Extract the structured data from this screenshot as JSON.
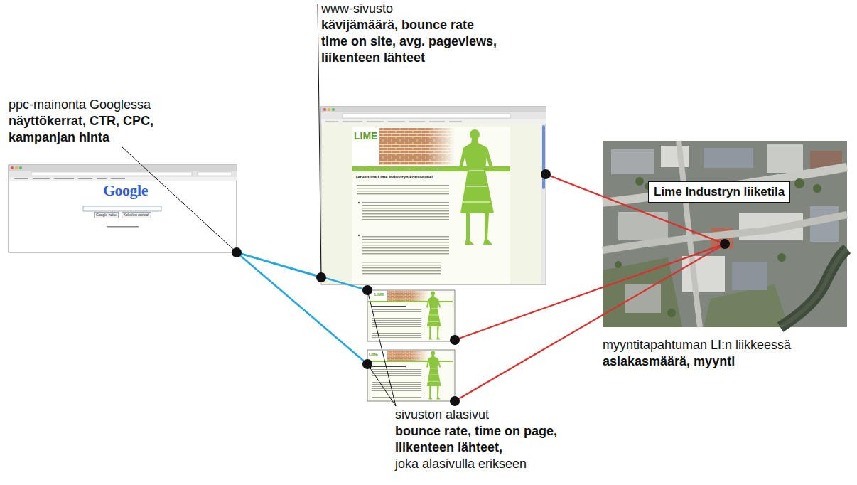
{
  "diagram": {
    "nodes": [
      {
        "text": [
          "ppc-mainonta Googlessa",
          "näyttökerrat, CTR, CPC, kampanjan hinta",
          "Google",
          "Google-haku",
          "Kokeilen onnea!"
        ]
      },
      {
        "text": [
          "www-sivusto",
          "kävijämäärä, bounce rate time on site, avg. pageviews, liikenteen lähteet",
          "LIME",
          "Tervetuloa Lime Industryn kotisivuille!"
        ]
      },
      {
        "text": [
          "LIME"
        ]
      },
      {
        "text": [
          "LIME"
        ]
      },
      {
        "text": [
          "myyntitapahtuman LI:n liikkeessä",
          "asiakasmäärä, myynti"
        ]
      },
      {
        "text": [
          "Lime Industryn liiketila"
        ],
        "in": 4
      }
    ],
    "edges": [
      {
        "from": 0,
        "to": 1,
        "arrow": "none"
      },
      {
        "from": 0,
        "to": 2,
        "arrow": "none"
      },
      {
        "from": 0,
        "to": 3,
        "arrow": "none"
      },
      {
        "from": 1,
        "to": 5,
        "arrow": "none"
      },
      {
        "from": 2,
        "to": 5,
        "arrow": "none"
      },
      {
        "from": 3,
        "to": 5,
        "arrow": "none"
      }
    ],
    "labels": [
      "sivuston alasivut",
      "bounce rate, time on page, liikenteen lähteet,",
      "joka alasivulla erikseen"
    ]
  }
}
